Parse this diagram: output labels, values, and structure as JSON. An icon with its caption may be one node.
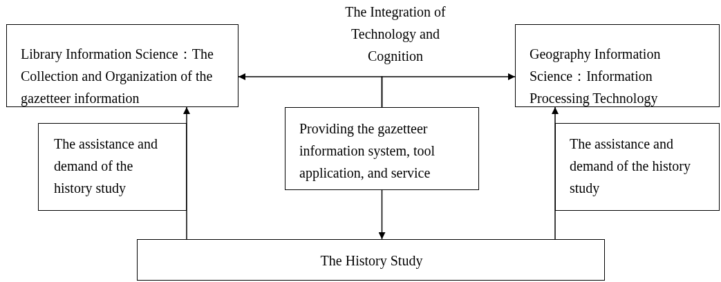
{
  "diagram": {
    "nodes": [
      {
        "text": [
          "Library Information Science：The Collection and Organization of the gazetteer information"
        ]
      },
      {
        "text": [
          "Geography Information Science：Information Processing Technology"
        ]
      },
      {
        "text": [
          "Providing the gazetteer information system, tool application, and service"
        ]
      },
      {
        "text": [
          "The assistance and demand of the history study"
        ]
      },
      {
        "text": [
          "The assistance and demand of the history study"
        ]
      },
      {
        "text": [
          "The History Study"
        ]
      }
    ],
    "edges": [
      {
        "from": 2,
        "to": 0,
        "arrow": "to"
      },
      {
        "from": 2,
        "to": 1,
        "arrow": "to"
      },
      {
        "from": 2,
        "to": 5,
        "arrow": "to"
      },
      {
        "from": 5,
        "to": 0,
        "arrow": "to"
      },
      {
        "from": 5,
        "to": 1,
        "arrow": "to"
      }
    ],
    "labels": [
      "The Integration of Technology and Cognition"
    ]
  }
}
